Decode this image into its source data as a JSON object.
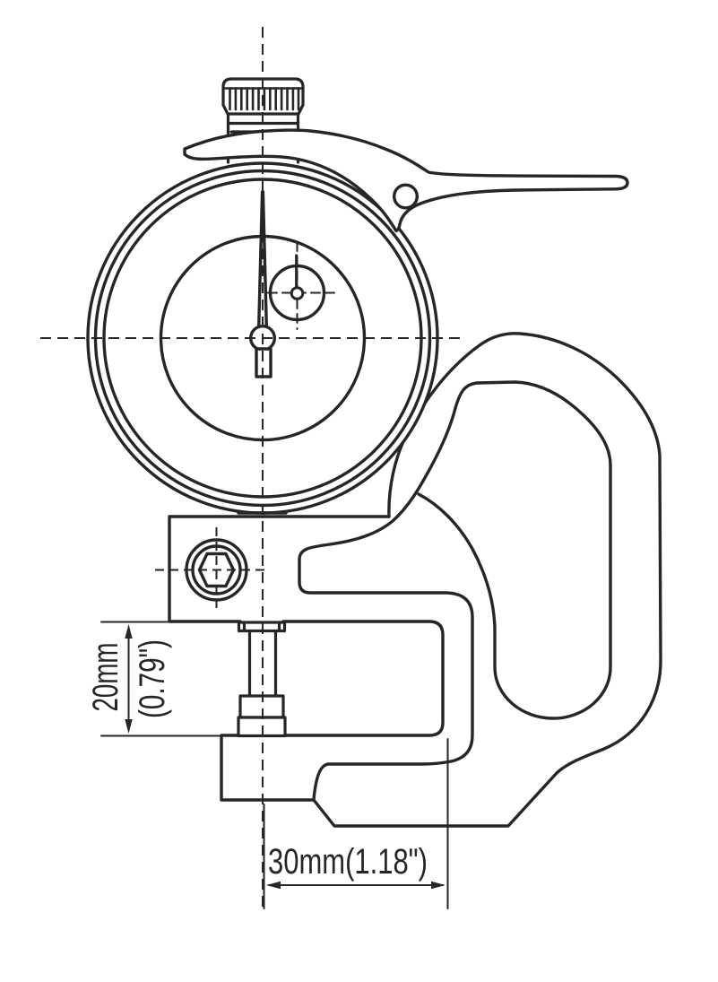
{
  "drawing": {
    "type": "dial-thickness-gauge-technical-drawing",
    "dimensions": {
      "throat_height_mm": "20mm",
      "throat_height_in": "(0.79\")",
      "throat_depth": "30mm(1.18\")"
    },
    "colors": {
      "line": "#262626",
      "background": "#ffffff"
    }
  }
}
